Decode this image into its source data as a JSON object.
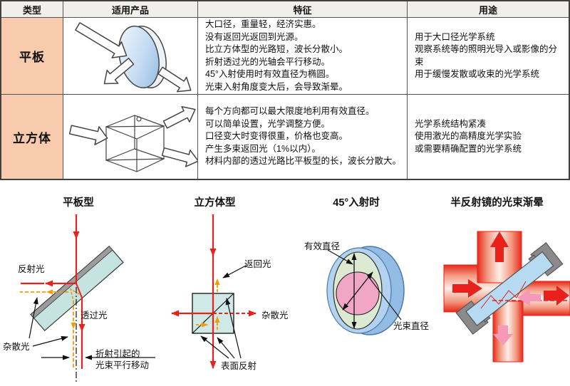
{
  "table": {
    "headers": [
      "类型",
      "适用产品",
      "特征",
      "用途"
    ],
    "rows": [
      {
        "type": "平板",
        "features": [
          "大口径，重量轻，经济实惠。",
          "没有返回光返回到光源。",
          "比立方体型的光路短，波长分散小。",
          "折射透过光的光轴会平行移动。",
          "45°入射使用时有效直径为椭圆。",
          "光束入射角度变大后，会导致渐晕。"
        ],
        "uses": [
          "用于大口径光学系统",
          "观察系统等的照明光导入或影像的分束",
          "用于缓慢发散或收束的光学系统"
        ]
      },
      {
        "type": "立方体",
        "features": [
          "每个方向都可以最大限度地利用有效直径。",
          "可以简单设置，光学调整方便。",
          "口径变大时变得很重，价格也变高。",
          "产生多束返回光（1%以内）。",
          "材料内部的透过光路比平板型的长，波长分散大。"
        ],
        "uses": [
          "光学系统结构紧凑",
          "使用激光的高精度光学实验",
          "或需要精确配置的光学系统"
        ]
      }
    ]
  },
  "diagrams": {
    "plate": {
      "title": "平板型",
      "reflected_label": "反射光",
      "transmitted_label": "透过光",
      "stray_label": "杂散光",
      "shift_label_line1": "折射引起的",
      "shift_label_line2": "光束平行移动"
    },
    "cube": {
      "title": "立方体型",
      "return_label": "返回光",
      "stray_label": "杂散光",
      "surface_label": "表面反射"
    },
    "incidence_45": {
      "title": "45°入射时",
      "effective_diameter_label": "有效直径",
      "beam_diameter_label": "光束直径"
    },
    "vignetting": {
      "title": "半反射镜的光束渐晕"
    }
  },
  "colors": {
    "beam_red": "#e8211d",
    "stray_orange": "#f59a00",
    "type_cell_bg": "#f8cbae",
    "header_bg": "#f1efec",
    "plate_glass": "#c5e3e0",
    "cube_glass": "#cfe9e6",
    "disc_blue": "#93bce4",
    "effective_green": "#dcead2",
    "beam_pink": "#f2a6c6"
  }
}
